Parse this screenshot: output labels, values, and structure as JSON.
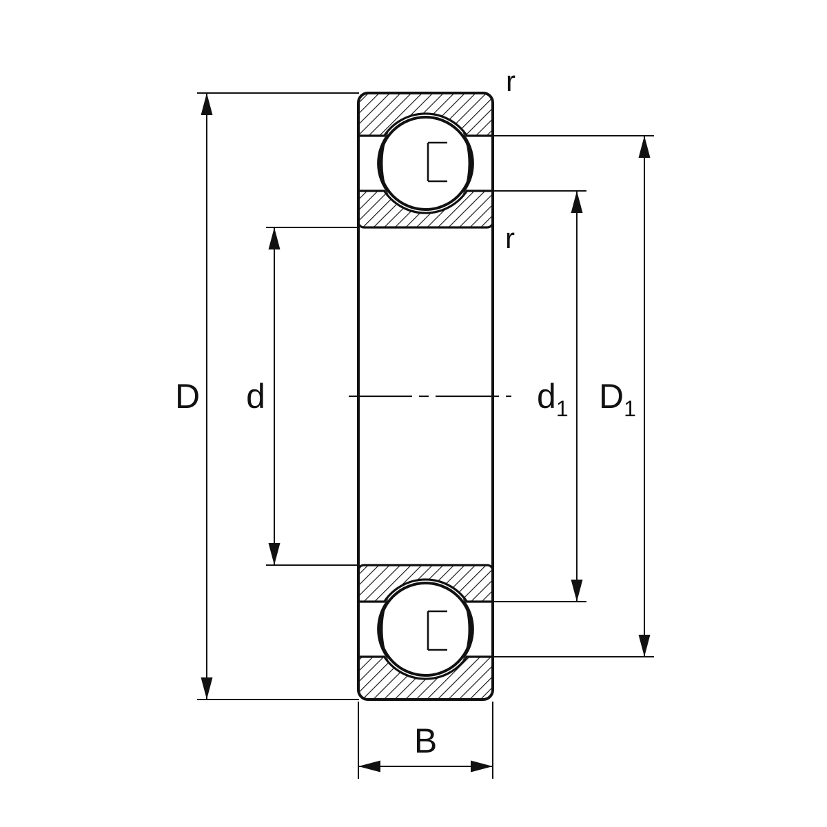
{
  "diagram": {
    "type": "technical-drawing",
    "subject": "deep-groove-ball-bearing-cross-section",
    "background_color": "#ffffff",
    "line_color": "#111111",
    "labels": {
      "outer_diameter": "D",
      "bore_diameter": "d",
      "inner_shoulder_main": "d",
      "inner_shoulder_sub": "1",
      "outer_shoulder_main": "D",
      "outer_shoulder_sub": "1",
      "width": "B",
      "radius_outer_corner": "r",
      "radius_inner_corner": "r"
    }
  }
}
